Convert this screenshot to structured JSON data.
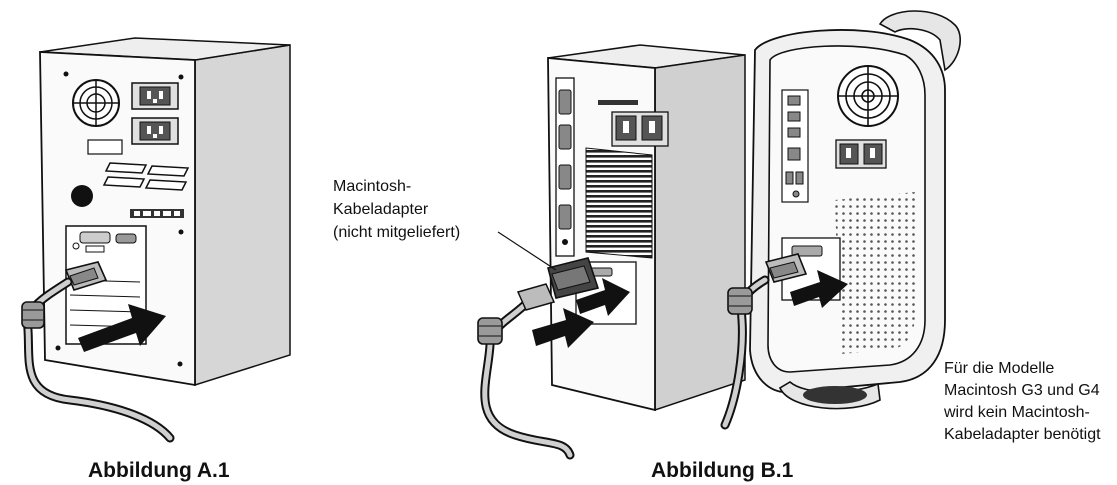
{
  "figure_a": {
    "caption": "Abbildung A.1"
  },
  "figure_b": {
    "caption": "Abbildung B.1",
    "adapter_callout": {
      "line1": "Macintosh-",
      "line2": "Kabeladapter",
      "line3": "(nicht mitgeliefert)"
    },
    "note": {
      "line1": "Für die Modelle",
      "line2": "Macintosh G3 und G4",
      "line3": "wird kein Macintosh-",
      "line4": "Kabeladapter benötigt"
    }
  },
  "colors": {
    "line": "#111111",
    "light_gray": "#e6e6e6",
    "mid_gray": "#c8c8c8",
    "dark_gray": "#8a8a8a",
    "black": "#111111"
  }
}
